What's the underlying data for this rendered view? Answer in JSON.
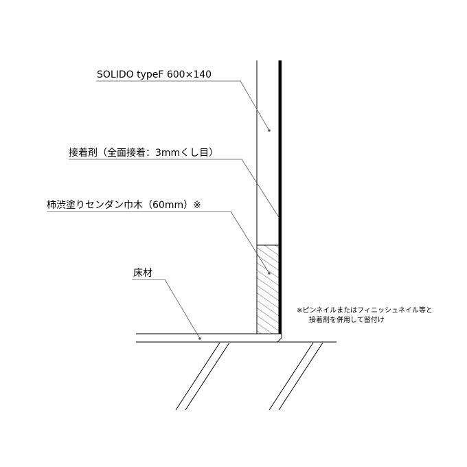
{
  "labels": {
    "panel": "SOLIDO typeF 600×140",
    "adhesive": "接着剤（全面接着：3mmくし目）",
    "baseboard": "柿渋塗りセンダン巾木（60mm）※",
    "floor": "床材"
  },
  "note": {
    "line1": "※ピンネイルまたはフィニッシュネイル等と",
    "line2": "接着剤を併用して留付け"
  },
  "colors": {
    "line": "#000000",
    "leader": "#555555",
    "background": "#ffffff"
  }
}
